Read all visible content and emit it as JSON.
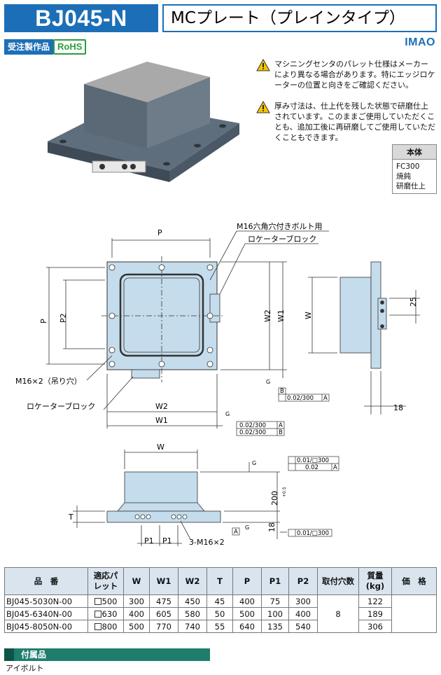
{
  "header": {
    "code": "BJ045-N",
    "title": "MCプレート（プレインタイプ）",
    "badge_made_to_order": "受注製作品",
    "badge_rohs": "RoHS",
    "brand": "IMAO"
  },
  "notes": [
    "マシニングセンタのパレット仕様はメーカーにより異なる場合があります。特にエッジロケーターの位置と向きをご確認ください。",
    "厚み寸法は、仕上代を残した状態で研磨仕上されています。このままご使用していただくことも、追加工後に再研磨してご使用していただくこともできます。"
  ],
  "material": {
    "header": "本体",
    "lines": [
      "FC300",
      "焼鈍",
      "研磨仕上"
    ]
  },
  "drawing_labels": {
    "p": "P",
    "p2": "P2",
    "w": "W",
    "w1": "W1",
    "w2": "W2",
    "t": "T",
    "p1": "P1",
    "dim_25": "25",
    "dim_18": "18",
    "dim_200": "200",
    "tol_200_upper": "+0.5",
    "tol_200_lower": "+0.5",
    "bolt_note": "M16六角穴付きボルト用",
    "locator_block": "ロケーターブロック",
    "lifting_holes": "M16×2（吊り穴）",
    "locator_block_2": "ロケーターブロック",
    "tapped_holes": "3-M16×2",
    "datum_a": "A",
    "datum_b": "B",
    "datum_g": "G",
    "tol_parallel_a": "0.02/300",
    "tol_parallel_a_ref": "A",
    "tol_w_a": "0.02/300",
    "tol_w_a_ref": "A",
    "tol_w_b": "0.02/300",
    "tol_w_b_ref": "B",
    "tol_flat_top": "0.01/□300",
    "tol_parallel_top": "0.02",
    "tol_parallel_top_ref": "A",
    "tol_flat_bottom": "0.01/□300"
  },
  "spec_table": {
    "headers": [
      "品　番",
      "適応パレット",
      "W",
      "W1",
      "W2",
      "T",
      "P",
      "P1",
      "P2",
      "取付穴数",
      "質量(kg)",
      "価　格"
    ],
    "rows": [
      {
        "model": "BJ045-5030N-00",
        "pallet": "500",
        "w": "300",
        "w1": "475",
        "w2": "450",
        "t": "45",
        "p": "400",
        "p1": "75",
        "p2": "300",
        "mass": "122",
        "price": ""
      },
      {
        "model": "BJ045-6340N-00",
        "pallet": "630",
        "w": "400",
        "w1": "605",
        "w2": "580",
        "t": "50",
        "p": "500",
        "p1": "100",
        "p2": "400",
        "mass": "189",
        "price": ""
      },
      {
        "model": "BJ045-8050N-00",
        "pallet": "800",
        "w": "500",
        "w1": "770",
        "w2": "740",
        "t": "55",
        "p": "640",
        "p1": "135",
        "p2": "540",
        "mass": "306",
        "price": ""
      }
    ],
    "holes": "8"
  },
  "accessories": {
    "header": "付属品",
    "items": [
      "アイボルト"
    ]
  },
  "colors": {
    "brand_blue": "#1c6fb6",
    "drawing_fill": "#c5dcec",
    "accessory_green": "#1f7d6e"
  }
}
